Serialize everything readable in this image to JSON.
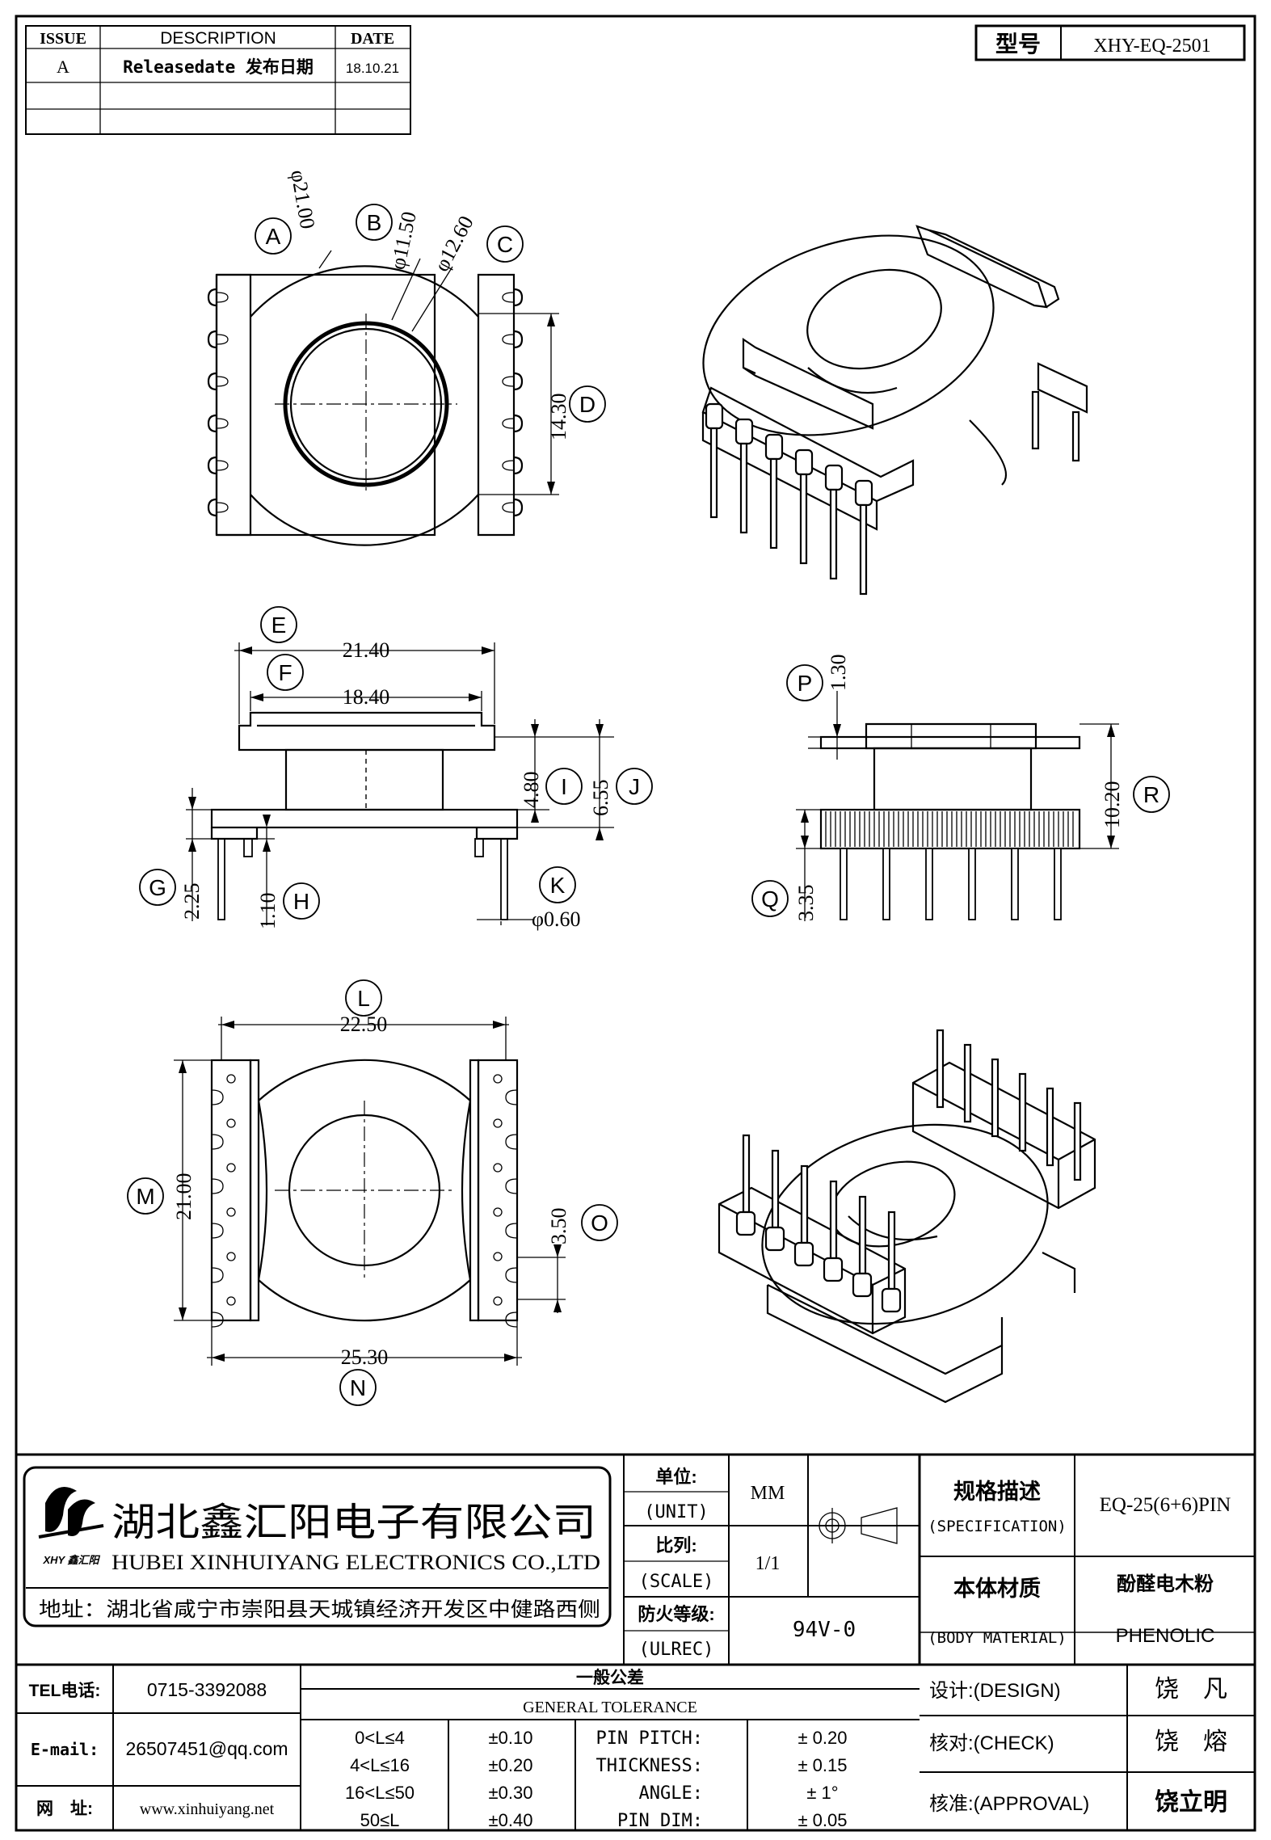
{
  "revision_table": {
    "headers": [
      "ISSUE",
      "DESCRIPTION",
      "DATE"
    ],
    "rows": [
      {
        "issue": "A",
        "description": "Releasedate 发布日期",
        "date": "18.10.21"
      },
      {
        "issue": "",
        "description": "",
        "date": ""
      },
      {
        "issue": "",
        "description": "",
        "date": ""
      }
    ]
  },
  "model_box": {
    "label": "型号",
    "value": "XHY-EQ-2501"
  },
  "drawing": {
    "circle_labels": [
      "A",
      "B",
      "C",
      "D",
      "E",
      "F",
      "G",
      "H",
      "I",
      "J",
      "K",
      "L",
      "M",
      "N",
      "O",
      "P",
      "Q",
      "R"
    ],
    "top_view": {
      "dims": {
        "A": "φ21.00",
        "B": "φ11.50",
        "C": "φ12.60",
        "D": "14.30"
      }
    },
    "side_view_front": {
      "dims": {
        "E": "21.40",
        "F": "18.40",
        "G": "2.25",
        "H": "1.10",
        "I": "4.80",
        "J": "6.55",
        "K": "φ0.60"
      }
    },
    "side_view_right": {
      "dims": {
        "P": "1.30",
        "Q": "3.35",
        "R": "10.20"
      }
    },
    "bottom_view": {
      "dims": {
        "L": "22.50",
        "M": "21.00",
        "N": "25.30",
        "O": "3.50"
      }
    }
  },
  "title_block": {
    "company_cn": "湖北鑫汇阳电子有限公司",
    "company_en": "HUBEI XINHUIYANG ELECTRONICS CO.,LTD",
    "logo_text": "XHY 鑫汇阳",
    "address": "地址：湖北省咸宁市崇阳县天城镇经济开发区中健路西侧",
    "unit_label_cn": "单位:",
    "unit_label_en": "(UNIT)",
    "unit_value": "MM",
    "scale_label_cn": "比列:",
    "scale_label_en": "(SCALE)",
    "scale_value": "1/1",
    "fire_label_cn": "防火等级:",
    "fire_label_en": "(ULREC)",
    "fire_value": "94V-0",
    "spec_label_cn": "规格描述",
    "spec_label_en": "(SPECIFICATION)",
    "spec_value": "EQ-25(6+6)PIN",
    "material_label_cn": "本体材质",
    "material_label_en": "(BODY MATERIAL)",
    "material_value_cn": "酚醛电木粉",
    "material_value_en": "PHENOLIC",
    "tel_label": "TEL电话:",
    "tel_value": "0715-3392088",
    "email_label": "E-mail:",
    "email_value": "26507451@qq.com",
    "web_label": "网　址:",
    "web_value": "www.xinhuiyang.net",
    "tolerance_title_cn": "一般公差",
    "tolerance_title_en": "GENERAL TOLERANCE",
    "tolerance_rows": [
      {
        "range": "0<L≤4",
        "tol": "±0.10",
        "item": "PIN PITCH:",
        "val": "±  0.20"
      },
      {
        "range": "4<L≤16",
        "tol": "±0.20",
        "item": "THICKNESS:",
        "val": "±  0.15"
      },
      {
        "range": "16<L≤50",
        "tol": "±0.30",
        "item": "ANGLE:",
        "val": "±  1°"
      },
      {
        "range": "50≤L",
        "tol": "±0.40",
        "item": "PIN DIM:",
        "val": "±  0.05"
      }
    ],
    "design_label": "设计:(DESIGN)",
    "design_value": "饶　凡",
    "check_label": "核对:(CHECK)",
    "check_value": "饶　熔",
    "approval_label": "核准:(APPROVAL)",
    "approval_value": "饶立明"
  }
}
